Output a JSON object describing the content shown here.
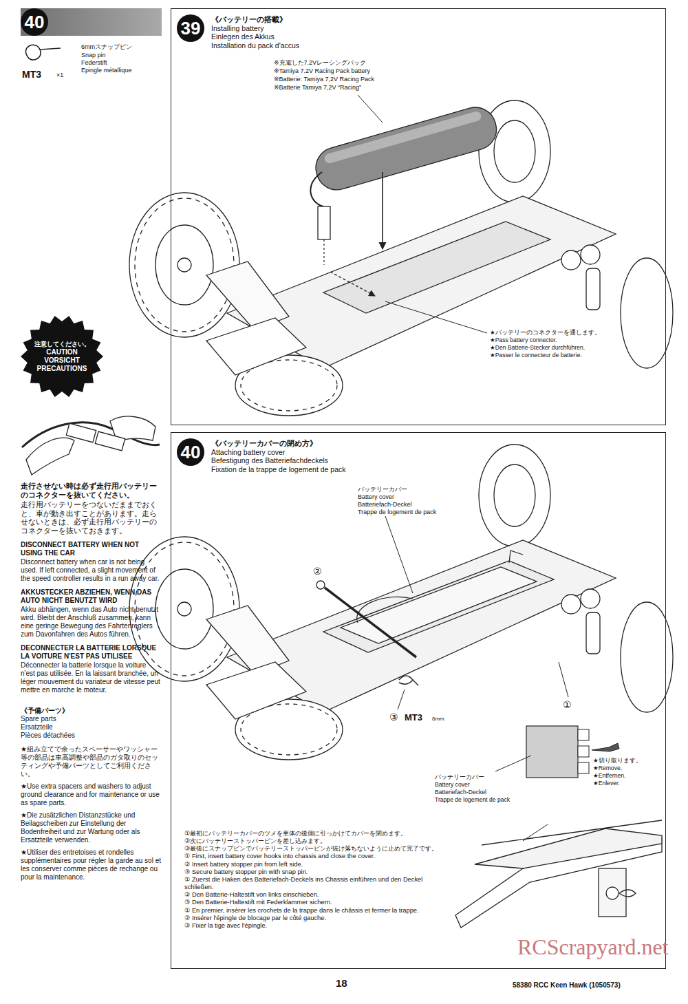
{
  "diagram": {
    "nodes": [
      {
        "text": [
          "40"
        ]
      },
      {
        "text": [
          "39",
          "《バッテリーの搭載》",
          "Installing battery",
          "Einlegen des Akkus",
          "Installation du pack d'accus"
        ]
      },
      {
        "text": [
          "注意してください。",
          "CAUTION",
          "VORSICHT",
          "PRECAUTIONS"
        ]
      },
      {
        "text": [
          "40",
          "《バッテリーカバーの閉め方》",
          "Attaching battery cover",
          "Befestigung des Batteriefachdeckels",
          "Fixation de la trappe de logement de pack"
        ]
      }
    ],
    "labels": [
      "6mmスナップピン",
      "Snap pin",
      "Federstift",
      "Epingle métallique",
      "MT3",
      "×1",
      "※充電した7.2Vレーシングパック",
      "※Tamiya 7.2V Racing Pack battery",
      "※Batterie: Tamiya 7,2V Racing Pack",
      "※Batterie Tamiya 7,2V “Racing”",
      "★バッテリーのコネクターを通します。",
      "★Pass battery connector.",
      "★Den Batterie-Stecker durchführen.",
      "★Passer le connecteur de batterie.",
      "バッテリーカバー",
      "Battery cover",
      "Batteriefach-Deckel",
      "Trappe de logement de pack",
      "②",
      "①",
      "③",
      "MT3",
      "6mm",
      "バッテリーカバー",
      "Battery cover",
      "Batteriefach-Deckel",
      "Trappe de logement de pack",
      "★切り取ります。",
      "★Remove.",
      "★Entfernen.",
      "★Enlever.",
      "①最初にバッテリーカバーのツメを車体の後側に引っかけてカバーを閉めます。",
      "②次にバッテリーストッパーピンを差し込みます。",
      "③最後にスナップピンでバッテリーストッパーピンが抜け落ちないように止めて完了です。",
      "① First, insert battery cover hooks into chassis and close the cover.",
      "② Insert battery stopper pin from left side.",
      "③ Secure battery stopper pin with snap pin.",
      "① Zuerst die Haken des Batteriefach-Deckels ins Chassis einführen und den Deckel schließen.",
      "② Den Batterie-Haltestift von links einschieben.",
      "③ Den Batterie-Haltestift mit Federklammer sichern.",
      "① En premier, insérer les crochets de la trappe dans le châssis et fermer la trappe.",
      "② Insérer l'épingle de blocage par le côté gauche.",
      "③ Fixer la tige avec l'épingle.",
      "走行させない時は必ず走行用バッテリーのコネクターを抜いてください。",
      "走行用バッテリーをつないだままでおくと、車が動き出すことがあります。走らせないときは、必ず走行用バッテリーのコネクターを抜いておきます。",
      "DISCONNECT BATTERY WHEN NOT USING THE CAR",
      "Disconnect battery when car is not being used. If left connected, a slight movement of the speed controller results in a run away car.",
      "AKKUSTECKER ABZIEHEN, WENN DAS AUTO NICHT BENUTZT WIRD",
      "Akku abhängen, wenn das Auto nicht benutzt wird. Bleibt der Anschluß zusammen, kann eine geringe Bewegung des Fahrtenreglers zum Davonfahren des Autos führen.",
      "DECONNECTER LA BATTERIE LORSQUE LA VOITURE N'EST PAS UTILISEE",
      "Déconnecter la batterie lorsque la voiture n'est pas utilisée. En la laissant branchée, un léger mouvement du variateur de vitesse peut mettre en marche le moteur.",
      "《予備パーツ》",
      "Spare parts",
      "Ersatzteile",
      "Pièces détachées",
      "★組み立てで余ったスペーサーやワッシャー等の部品は車高調整や部品のガタ取りのセッティングや予備パーツとしてご利用ください。",
      "★Use extra spacers and washers to adjust ground clearance and for maintenance or use as spare parts.",
      "★Die zusätzlichen Distanzstücke und Beilagscheiben zur Einstellung der Bodenfreiheit und zur Wartung oder als Ersatzteile verwenden.",
      "★Utiliser des entretoises et rondelles supplémentaires pour régler la garde au sol et les conserver comme pièces de rechange ou pour la maintenance.",
      "18",
      "58380 RCC Keen Hawk (1050573)",
      "RCScrapyard.net"
    ]
  }
}
